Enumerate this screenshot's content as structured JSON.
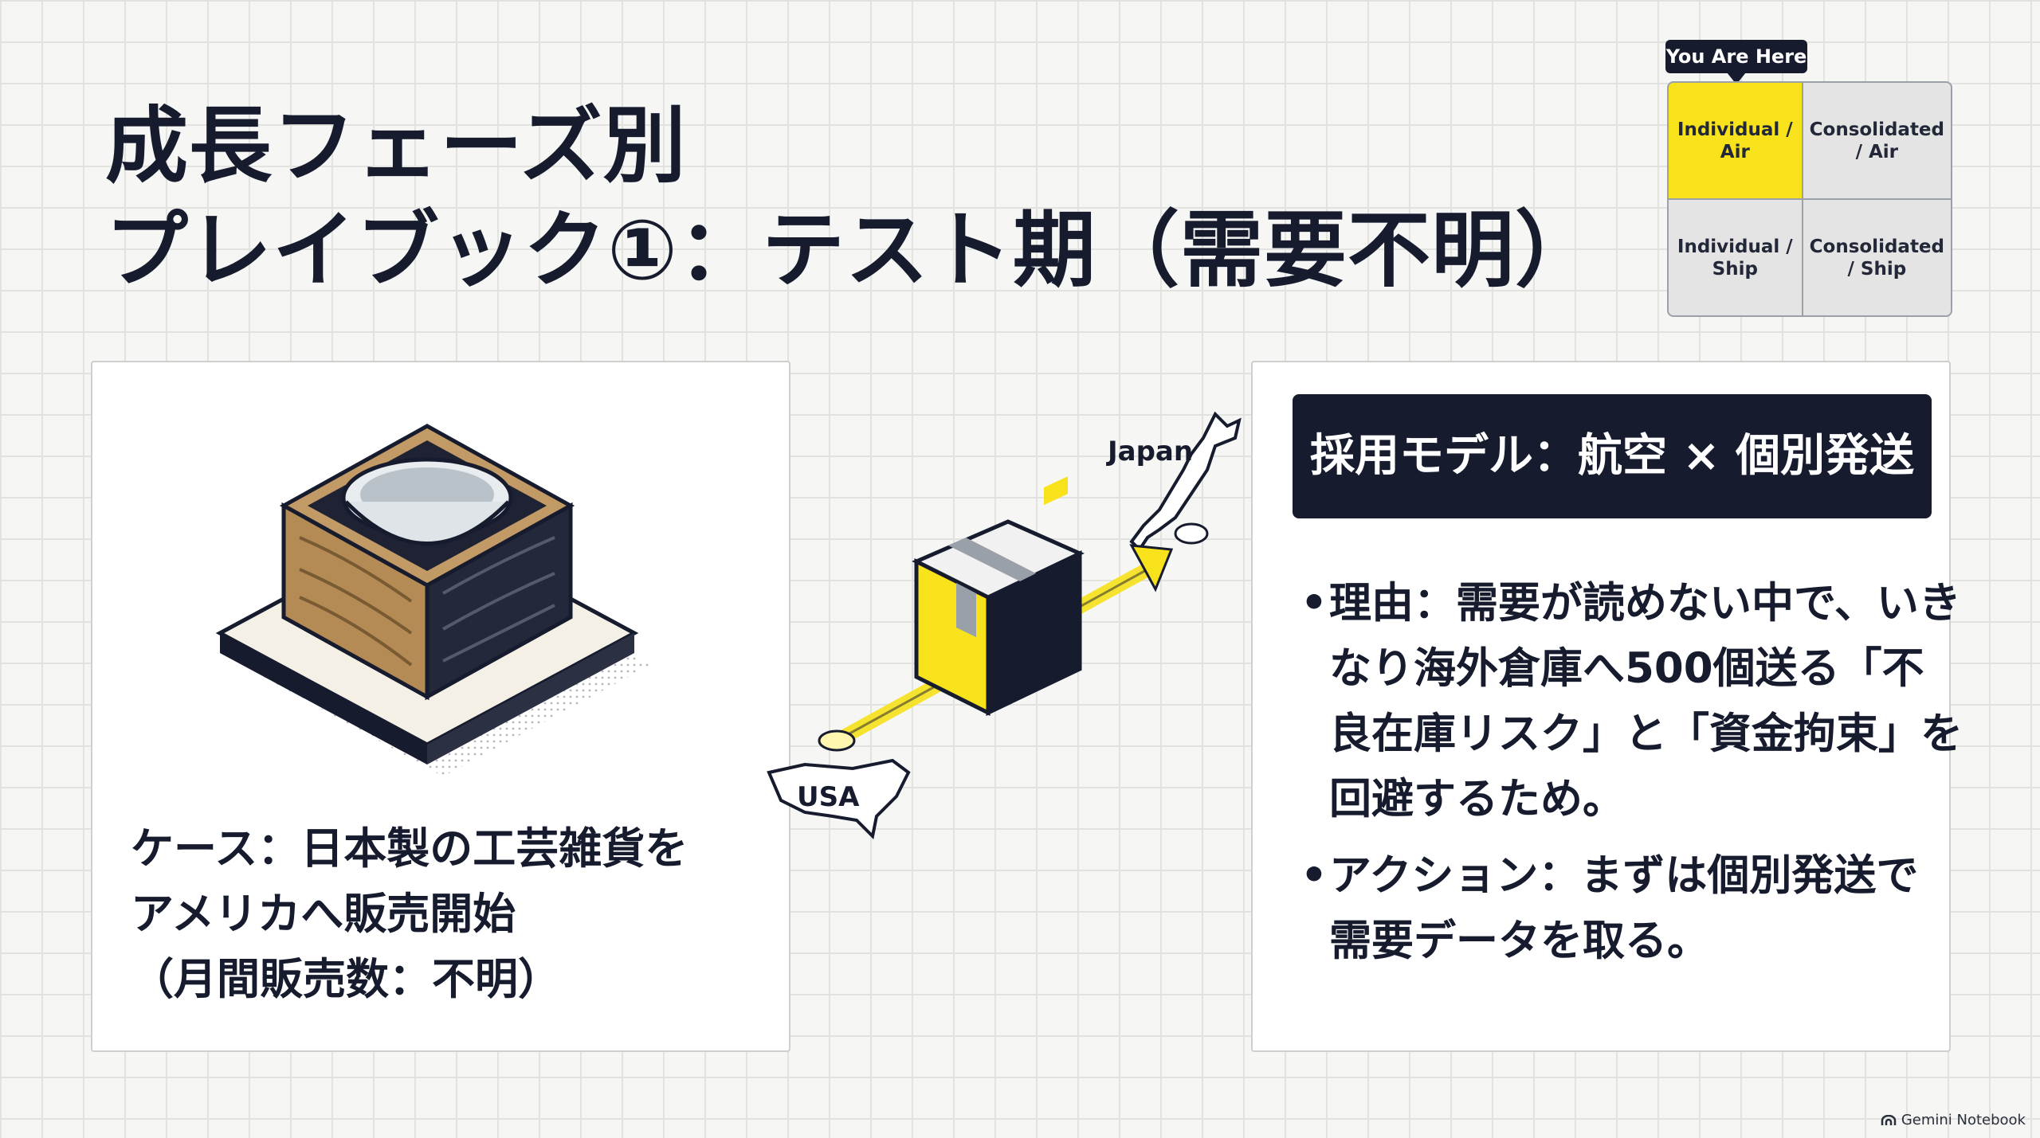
{
  "title": {
    "line1": "成長フェーズ別",
    "line2": "プレイブック①：テスト期（需要不明）"
  },
  "matrix": {
    "marker": "You Are Here",
    "cells": [
      {
        "label": "Individual / Air",
        "active": true
      },
      {
        "label": "Consolidated / Air",
        "active": false
      },
      {
        "label": "Individual / Ship",
        "active": false
      },
      {
        "label": "Consolidated / Ship",
        "active": false
      }
    ]
  },
  "case": {
    "lines": [
      "ケース：日本製の工芸雑貨を",
      "アメリカへ販売開始",
      "（月間販売数：不明）"
    ]
  },
  "map": {
    "japan_label": "Japan",
    "usa_label": "USA"
  },
  "model": {
    "banner": "採用モデル：航空 × 個別発送",
    "bullets": [
      {
        "lines": [
          "理由：需要が読めない中で、いき",
          "なり海外倉庫へ500個送る「不",
          "良在庫リスク」と「資金拘束」を",
          "回避するため。"
        ]
      },
      {
        "lines": [
          "アクション：まずは個別発送で",
          "需要データを取る。"
        ]
      }
    ]
  },
  "brand": {
    "label": "Gemini Notebook"
  },
  "colors": {
    "accent": "#f7e21b",
    "navy": "#161b2e"
  }
}
